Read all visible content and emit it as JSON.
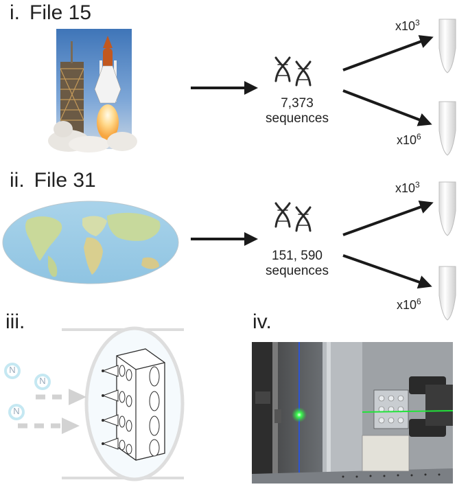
{
  "panels": [
    {
      "numeral": "i.",
      "file_label": "File 15",
      "image": "space-shuttle-launch-photo",
      "sequence_count": "7,373",
      "sequence_unit": "sequences",
      "outputs": [
        {
          "base": "x10",
          "exponent": "3"
        },
        {
          "base": "x10",
          "exponent": "6"
        }
      ]
    },
    {
      "numeral": "ii.",
      "file_label": "File 31",
      "image": "world-map",
      "sequence_count": "151, 590",
      "sequence_unit": "sequences",
      "outputs": [
        {
          "base": "x10",
          "exponent": "3"
        },
        {
          "base": "x10",
          "exponent": "6"
        }
      ]
    },
    {
      "numeral": "iii.",
      "image": "neutron-irradiation-schematic",
      "particle_symbol": "N"
    },
    {
      "numeral": "iv.",
      "image": "laboratory-laser-setup-photo"
    }
  ],
  "icons": [
    "dna-double-helix-icon",
    "microcentrifuge-tube-icon",
    "arrow-icon"
  ],
  "colors": {
    "text": "#222222",
    "arrow": "#1a1a1a",
    "laser": "#22e33a",
    "neutron_ring": "#bfe6f0",
    "dashed_arrow": "#d0d0d0"
  }
}
